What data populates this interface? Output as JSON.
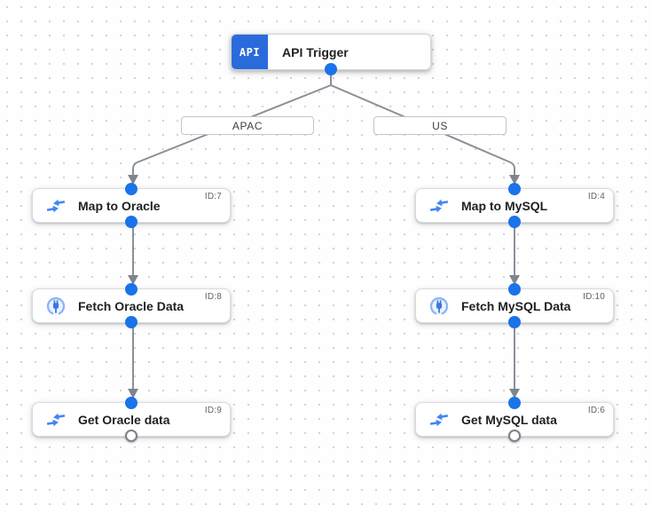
{
  "app": "integration-workflow-editor",
  "colors": {
    "trigger_badge_blue": "#2a6bdb",
    "connection_dot_blue": "#1a73e8",
    "icon_blue": "#4285f4",
    "connector_ring_blue": "#8ab4f8",
    "edge_line_gray": "#8a9097",
    "arrowhead_gray": "#7f858d",
    "node_border_gray": "#dadce0",
    "title_text": "#202124",
    "id_text": "#5f6368",
    "grid_dot_gray": "#d2d4d8"
  },
  "trigger": {
    "icon_text": "API",
    "title": "API Trigger"
  },
  "branches": [
    {
      "label": "APAC"
    },
    {
      "label": "US"
    }
  ],
  "nodes": [
    {
      "title": "Map to Oracle",
      "id": "ID:7",
      "icon": "data-mapping-icon",
      "branch": "APAC"
    },
    {
      "title": "Fetch Oracle Data",
      "id": "ID:8",
      "icon": "connector-icon",
      "branch": "APAC"
    },
    {
      "title": "Get Oracle data",
      "id": "ID:9",
      "icon": "data-mapping-icon",
      "branch": "APAC"
    },
    {
      "title": "Map to MySQL",
      "id": "ID:4",
      "icon": "data-mapping-icon",
      "branch": "US"
    },
    {
      "title": "Fetch MySQL Data",
      "id": "ID:10",
      "icon": "connector-icon",
      "branch": "US"
    },
    {
      "title": "Get MySQL data",
      "id": "ID:6",
      "icon": "data-mapping-icon",
      "branch": "US"
    }
  ]
}
